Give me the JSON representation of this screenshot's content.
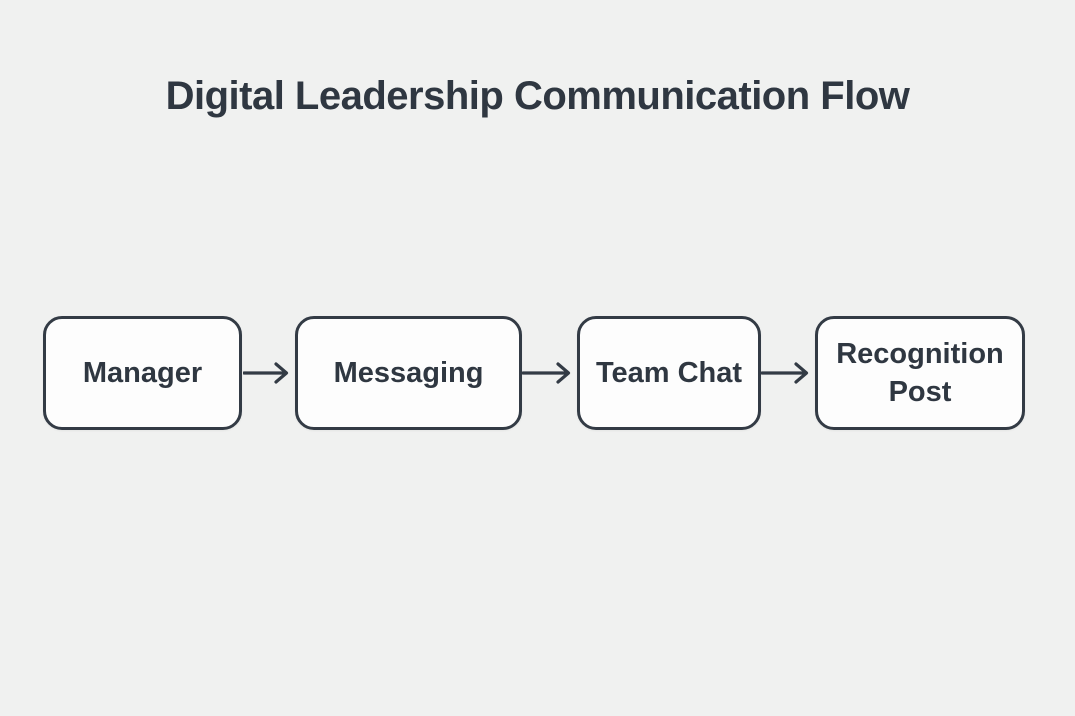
{
  "title": "Digital Leadership Communication Flow",
  "diagram": {
    "type": "flowchart-horizontal",
    "nodes": [
      {
        "label": "Manager"
      },
      {
        "label": "Messaging"
      },
      {
        "label": "Team Chat"
      },
      {
        "label": "Recognition Post"
      }
    ],
    "connector_icon": "arrow-right-icon",
    "connections": [
      {
        "from": "Manager",
        "to": "Messaging"
      },
      {
        "from": "Messaging",
        "to": "Team Chat"
      },
      {
        "from": "Team Chat",
        "to": "Recognition Post"
      }
    ]
  },
  "colors": {
    "background": "#f0f1f0",
    "node_fill": "#fdfdfd",
    "node_border": "#333b45",
    "text": "#2f3741",
    "arrow": "#333b45"
  }
}
